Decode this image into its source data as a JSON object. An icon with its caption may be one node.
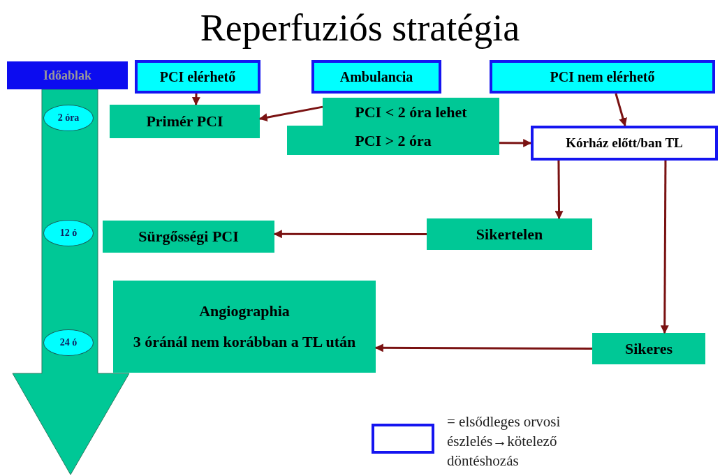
{
  "diagram": {
    "title": "Reperfuziós stratégia",
    "nodes": [
      {
        "text": [
          "Időablak"
        ]
      },
      {
        "text": [
          "PCI elérhető"
        ]
      },
      {
        "text": [
          "Ambulancia"
        ]
      },
      {
        "text": [
          "PCI nem elérhető"
        ]
      },
      {
        "text": [
          "2 óra"
        ]
      },
      {
        "text": [
          "Primér PCI"
        ]
      },
      {
        "text": [
          "PCI < 2 óra lehet",
          "PCI > 2 óra"
        ]
      },
      {
        "text": [
          "Kórház előtt/ban TL"
        ]
      },
      {
        "text": [
          "12 ó"
        ]
      },
      {
        "text": [
          "Sürgősségi PCI"
        ]
      },
      {
        "text": [
          "Sikertelen"
        ]
      },
      {
        "text": [
          "Angiographia",
          "3 óránál nem korábban a TL után"
        ]
      },
      {
        "text": [
          "24 ó"
        ]
      },
      {
        "text": [
          "Sikeres"
        ]
      }
    ],
    "edges": [
      {
        "from": 1,
        "to": 5,
        "arrow": "to"
      },
      {
        "from": 6,
        "to": 5,
        "arrow": "to"
      },
      {
        "from": 6,
        "to": 7,
        "arrow": "to"
      },
      {
        "from": 3,
        "to": 7,
        "arrow": "to"
      },
      {
        "from": 7,
        "to": 10,
        "arrow": "to"
      },
      {
        "from": 7,
        "to": 13,
        "arrow": "to"
      },
      {
        "from": 10,
        "to": 9,
        "arrow": "to"
      },
      {
        "from": 13,
        "to": 11,
        "arrow": "to"
      }
    ],
    "legend": [
      {
        "text": "= elsődleges orvosi észlelés→kötelező döntéshozás"
      }
    ]
  }
}
